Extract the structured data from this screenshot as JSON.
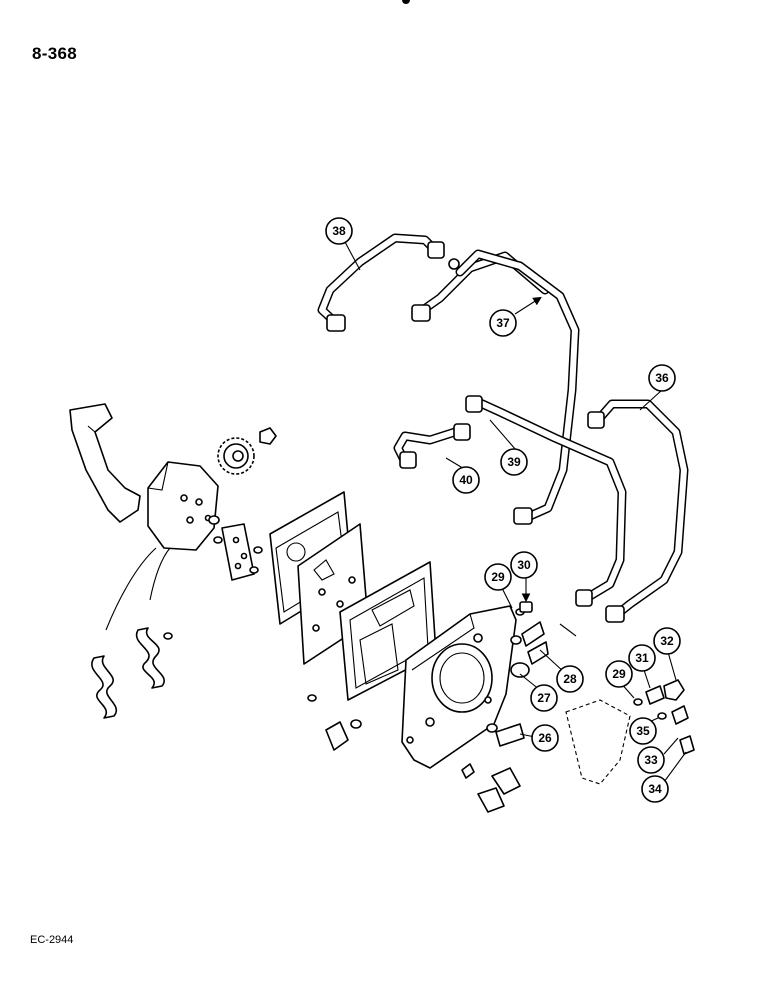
{
  "page_number": "8-368",
  "figure_code": "EC-2944",
  "callouts": [
    "38",
    "37",
    "36",
    "39",
    "40",
    "30",
    "29",
    "28",
    "27",
    "26",
    "32",
    "31",
    "29",
    "35",
    "33",
    "34"
  ]
}
